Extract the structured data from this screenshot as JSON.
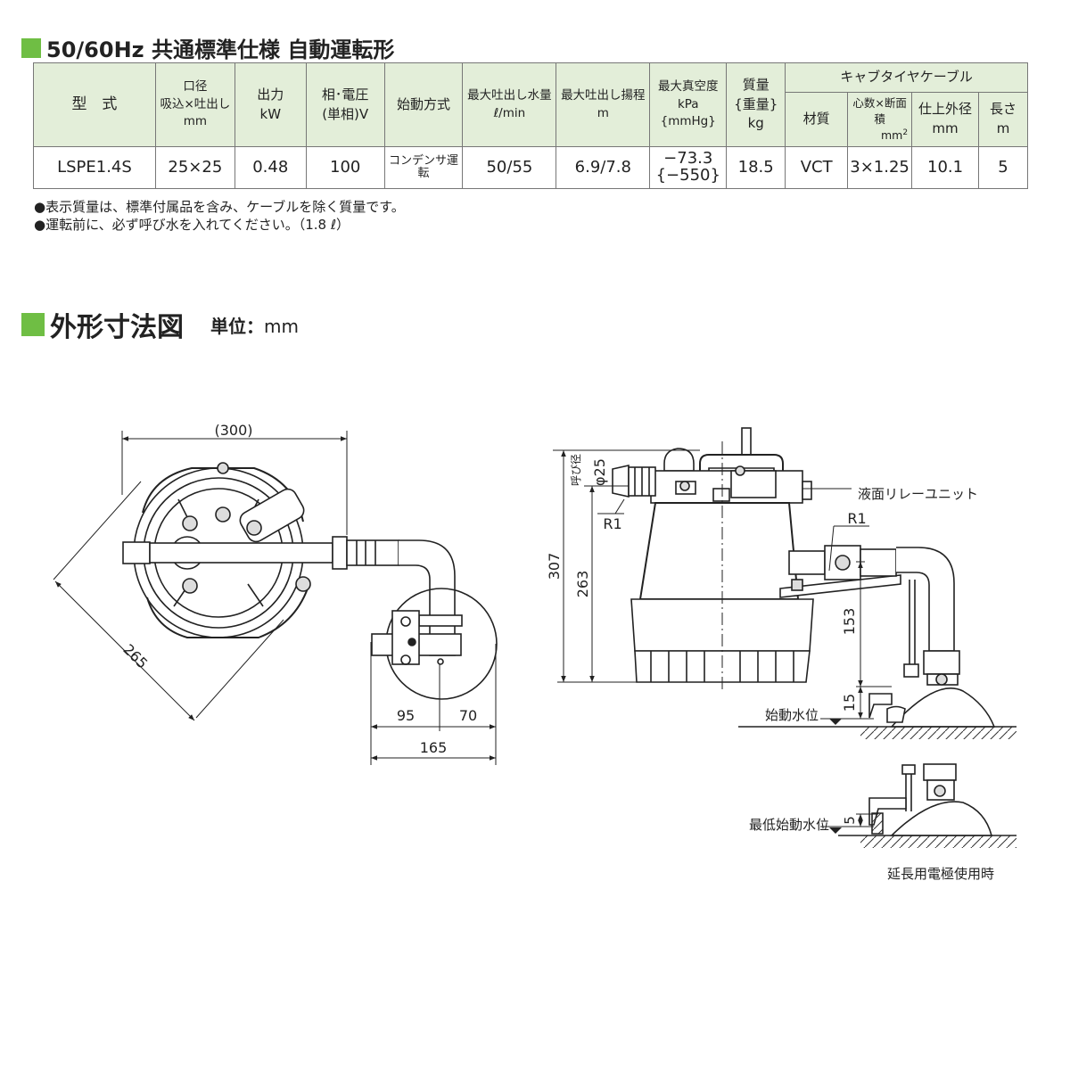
{
  "title1": "50/60Hz 共通標準仕様 自動運転形",
  "table": {
    "headers": {
      "model": "型　式",
      "bore": [
        "口径",
        "吸込×吐出し",
        "mm"
      ],
      "output": [
        "出力",
        "kW"
      ],
      "phase": [
        "相･電圧",
        "(単相)V"
      ],
      "start": "始動方式",
      "flow": [
        "最大吐出し水量",
        "ℓ/min"
      ],
      "head": [
        "最大吐出し揚程",
        "m"
      ],
      "vacuum": [
        "最大真空度",
        "kPa",
        "{mmHg}"
      ],
      "mass": [
        "質量",
        "{重量}",
        "kg"
      ],
      "cable": "キャブタイヤケーブル",
      "material": "材質",
      "cores": "心数×断面積",
      "cores_unit": "mm",
      "cores_sup": "2",
      "od": [
        "仕上外径",
        "mm"
      ],
      "length": [
        "長さ",
        "m"
      ]
    },
    "row": {
      "model": "LSPE1.4S",
      "bore": "25×25",
      "output": "0.48",
      "voltage": "100",
      "start": "コンデンサ運転",
      "flow": "50/55",
      "head": "6.9/7.8",
      "vacuum": [
        "−73.3",
        "{−550}"
      ],
      "mass": "18.5",
      "material": "VCT",
      "cores": "3×1.25",
      "od": "10.1",
      "length": "5"
    }
  },
  "notes": [
    "●表示質量は、標準付属品を含み、ケーブルを除く質量です。",
    "●運転前に、必ず呼び水を入れてください。（1.8 ℓ）"
  ],
  "title2": "外形寸法図",
  "unit_label": "単位：",
  "unit_value": "mm",
  "diagram": {
    "dim_300": "(300)",
    "dim_265": "265",
    "dim_95": "95",
    "dim_70": "70",
    "dim_165": "165",
    "dim_307": "307",
    "dim_263": "263",
    "dim_153": "153",
    "dim_15": "15",
    "dim_5": "5",
    "bore_label": "呼び径",
    "bore_value": "φ25",
    "r1_left": "R1",
    "r1_right": "R1",
    "relay_label": "液面リレーユニット",
    "start_level": "始動水位",
    "min_start_level": "最低始動水位",
    "extension_caption": "延長用電極使用時"
  }
}
